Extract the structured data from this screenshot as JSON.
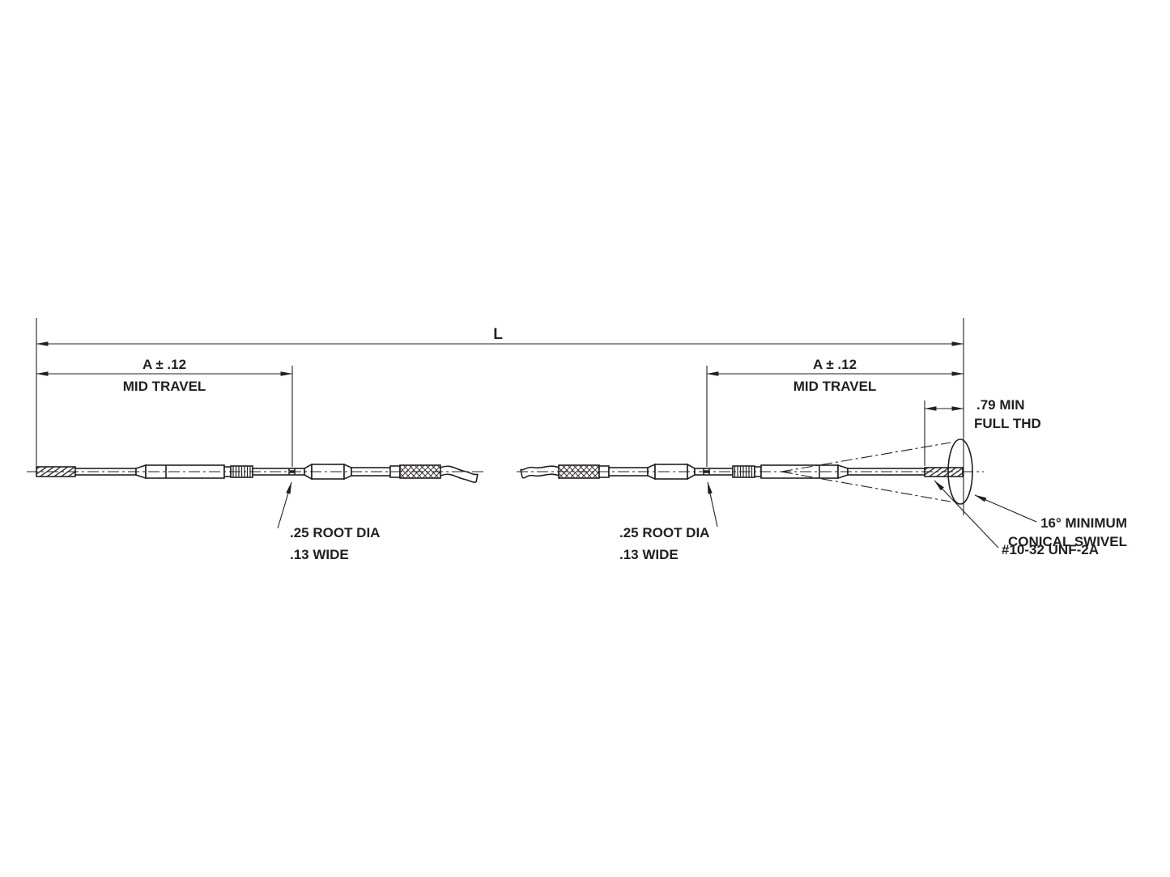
{
  "colors": {
    "ink": "#231f20",
    "background": "#ffffff"
  },
  "dimensions": {
    "overall_length": {
      "label": "L"
    },
    "left_mid_travel": {
      "label": "A ± .12",
      "sublabel": "MID TRAVEL"
    },
    "right_mid_travel": {
      "label": "A ± .12",
      "sublabel": "MID TRAVEL"
    },
    "full_thread": {
      "label": ".79 MIN",
      "sublabel": "FULL THD"
    }
  },
  "callouts": {
    "left_groove": {
      "line1": ".25 ROOT DIA",
      "line2": ".13 WIDE"
    },
    "right_groove": {
      "line1": ".25 ROOT DIA",
      "line2": ".13 WIDE"
    },
    "thread_spec": {
      "line1": "#10-32 UNF-2A"
    },
    "swivel": {
      "line1": "16° MINIMUM",
      "line2": "CONICAL SWIVEL"
    }
  }
}
